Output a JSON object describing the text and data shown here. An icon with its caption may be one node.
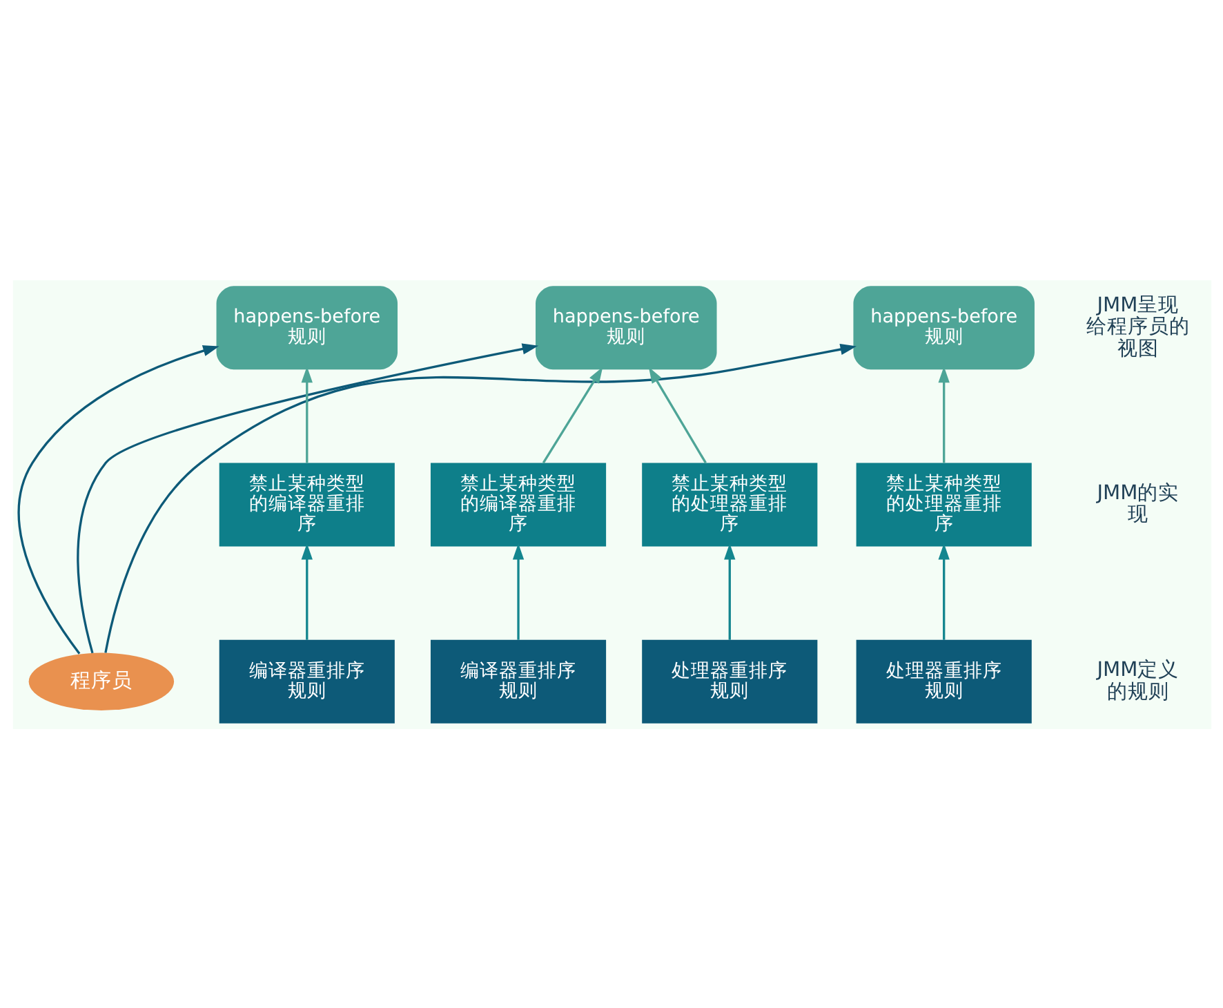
{
  "diagram": {
    "nodes": [
      {
        "text": [
          "程序员"
        ]
      },
      {
        "text": [
          "happens-before 规则"
        ]
      },
      {
        "text": [
          "happens-before 规则"
        ]
      },
      {
        "text": [
          "happens-before 规则"
        ]
      },
      {
        "text": [
          "禁止某种类型的编译器重排序"
        ]
      },
      {
        "text": [
          "禁止某种类型的编译器重排序"
        ]
      },
      {
        "text": [
          "禁止某种类型的处理器重排序"
        ]
      },
      {
        "text": [
          "禁止某种类型的处理器重排序"
        ]
      },
      {
        "text": [
          "编译器重排序规则"
        ]
      },
      {
        "text": [
          "编译器重排序规则"
        ]
      },
      {
        "text": [
          "处理器重排序规则"
        ]
      },
      {
        "text": [
          "处理器重排序规则"
        ]
      }
    ],
    "edges": [
      {
        "from": 0,
        "to": 1,
        "arrow": "to",
        "color": "#0d5a78"
      },
      {
        "from": 0,
        "to": 2,
        "arrow": "to",
        "color": "#0d5a78"
      },
      {
        "from": 0,
        "to": 3,
        "arrow": "to",
        "color": "#0d5a78"
      },
      {
        "from": 4,
        "to": 1,
        "arrow": "to",
        "color": "#4ea597"
      },
      {
        "from": 5,
        "to": 2,
        "arrow": "to",
        "color": "#4ea597"
      },
      {
        "from": 6,
        "to": 2,
        "arrow": "to",
        "color": "#4ea597"
      },
      {
        "from": 7,
        "to": 3,
        "arrow": "to",
        "color": "#4ea597"
      },
      {
        "from": 8,
        "to": 4,
        "arrow": "to",
        "color": "#14868f"
      },
      {
        "from": 9,
        "to": 5,
        "arrow": "to",
        "color": "#14868f"
      },
      {
        "from": 10,
        "to": 6,
        "arrow": "to",
        "color": "#14868f"
      },
      {
        "from": 11,
        "to": 7,
        "arrow": "to",
        "color": "#14868f"
      }
    ],
    "labels": [
      "JMM呈现给程序员的视图",
      "JMM的实现",
      "JMM定义的规则"
    ]
  }
}
